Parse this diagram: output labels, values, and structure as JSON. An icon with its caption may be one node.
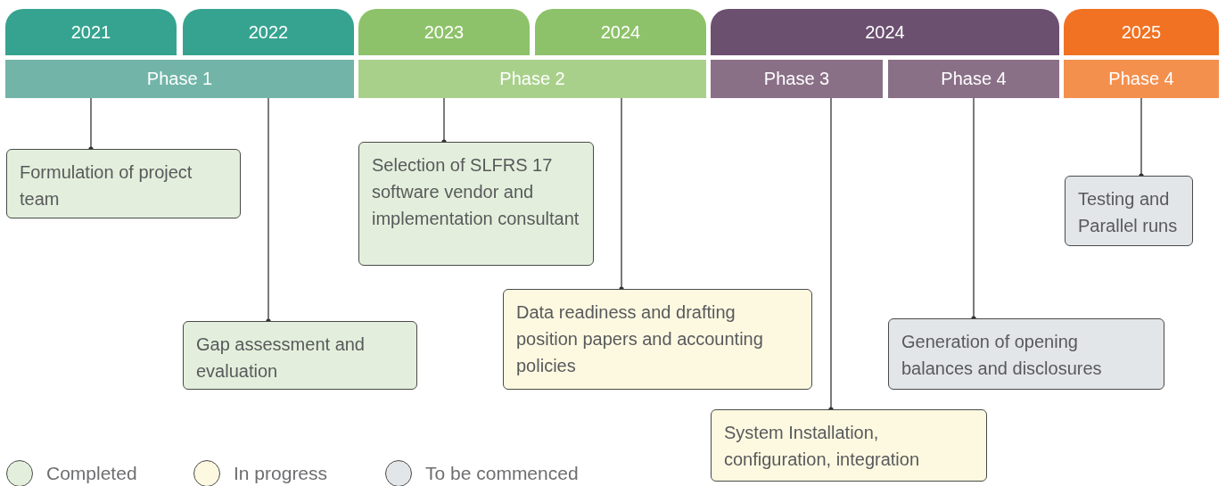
{
  "diagram": {
    "nodes": [
      {
        "text": [
          "2021"
        ]
      },
      {
        "text": [
          "2022"
        ]
      },
      {
        "text": [
          "2023"
        ]
      },
      {
        "text": [
          "2024"
        ]
      },
      {
        "text": [
          "2024"
        ]
      },
      {
        "text": [
          "2025"
        ]
      },
      {
        "text": [
          "Phase 1"
        ]
      },
      {
        "text": [
          "Phase 2"
        ]
      },
      {
        "text": [
          "Phase 3"
        ]
      },
      {
        "text": [
          "Phase 4"
        ]
      },
      {
        "text": [
          "Phase 4"
        ]
      },
      {
        "text": [
          "Formulation of project team"
        ]
      },
      {
        "text": [
          "Gap assessment and evaluation"
        ]
      },
      {
        "text": [
          "Selection of SLFRS 17 software vendor and implementation consultant"
        ]
      },
      {
        "text": [
          "Data readiness and drafting position papers and accounting policies"
        ]
      },
      {
        "text": [
          "System Installation, configuration, integration"
        ]
      },
      {
        "text": [
          "Generation of opening balances and disclosures"
        ]
      },
      {
        "text": [
          "Testing and Parallel runs"
        ]
      }
    ],
    "edges": [
      {
        "from": 6,
        "to": 11,
        "arrow": "other"
      },
      {
        "from": 6,
        "to": 12,
        "arrow": "other"
      },
      {
        "from": 7,
        "to": 13,
        "arrow": "other"
      },
      {
        "from": 7,
        "to": 14,
        "arrow": "other"
      },
      {
        "from": 8,
        "to": 15,
        "arrow": "other"
      },
      {
        "from": 9,
        "to": 16,
        "arrow": "other"
      },
      {
        "from": 10,
        "to": 17,
        "arrow": "other"
      }
    ],
    "legend": [
      {
        "text": "Completed",
        "color": "#e3efdc"
      },
      {
        "text": "In progress",
        "color": "#fdf9e1"
      },
      {
        "text": "To be commenced",
        "color": "#e2e6e9"
      }
    ]
  }
}
